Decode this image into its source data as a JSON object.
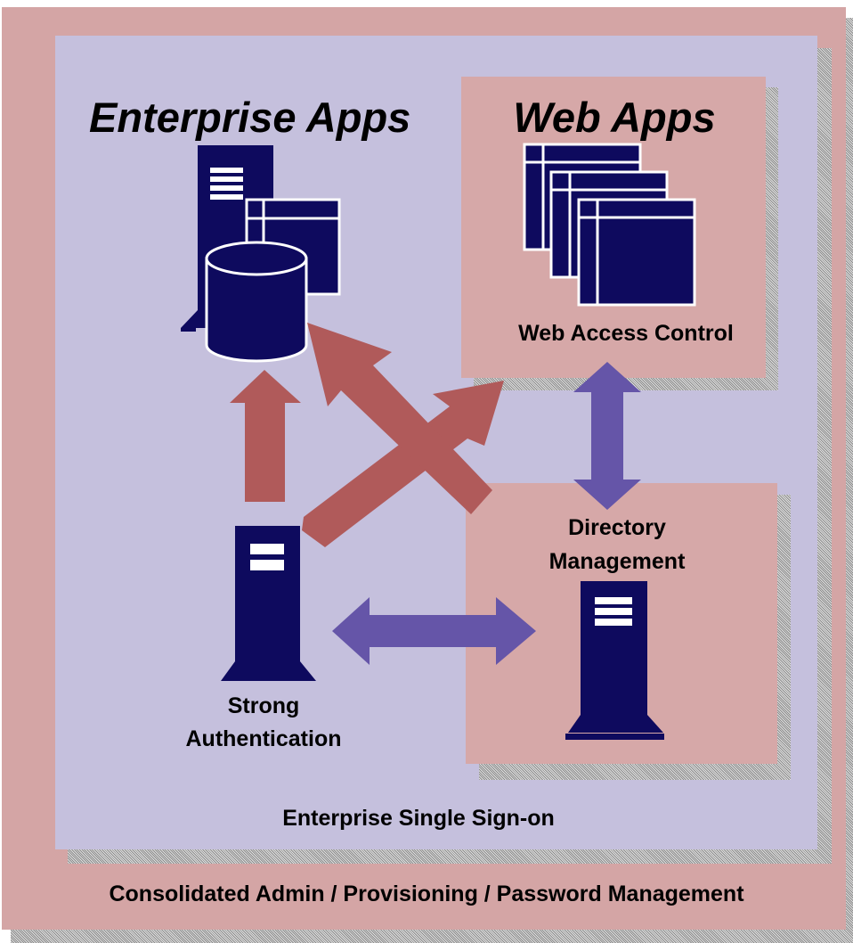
{
  "colors": {
    "outer_frame": "#d4a5a5",
    "inner_panel": "#c5c0dd",
    "box_pink": "#d6a8a8",
    "server_navy": "#0e0a5e",
    "arrow_red": "#b05a5a",
    "arrow_purple": "#6555a8"
  },
  "labels": {
    "enterprise_apps": "Enterprise Apps",
    "web_apps": "Web Apps",
    "web_access_control": "Web Access Control",
    "directory_line1": "Directory",
    "directory_line2": "Management",
    "strong_line1": "Strong",
    "strong_line2": "Authentication",
    "enterprise_sso": "Enterprise Single Sign-on",
    "consolidated": "Consolidated Admin / Provisioning / Password Management"
  },
  "icons": {
    "enterprise": [
      "server-icon",
      "window-icon",
      "database-icon"
    ],
    "web": [
      "window-icon",
      "window-icon",
      "window-icon"
    ],
    "directory": "server-icon",
    "strong_auth": "server-icon"
  }
}
